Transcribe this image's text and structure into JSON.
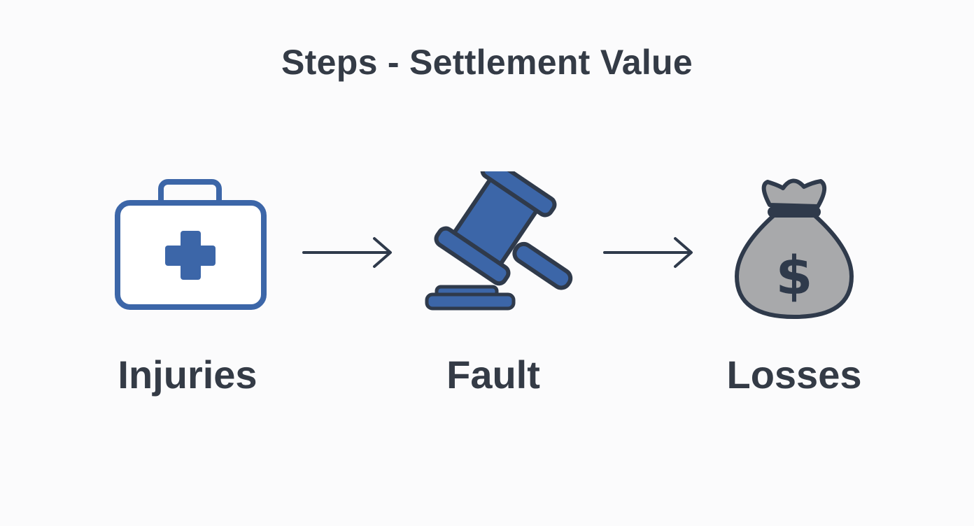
{
  "title": "Steps - Settlement Value",
  "steps": [
    {
      "label": "Injuries",
      "icon": "first-aid-kit-icon"
    },
    {
      "label": "Fault",
      "icon": "gavel-icon"
    },
    {
      "label": "Losses",
      "icon": "money-bag-icon"
    }
  ],
  "money_symbol": "$",
  "colors": {
    "text": "#343b46",
    "accent_blue": "#3c66a8",
    "outline": "#2f3a4b",
    "bag_gray": "#a8a9ab",
    "background": "#fbfbfc"
  }
}
